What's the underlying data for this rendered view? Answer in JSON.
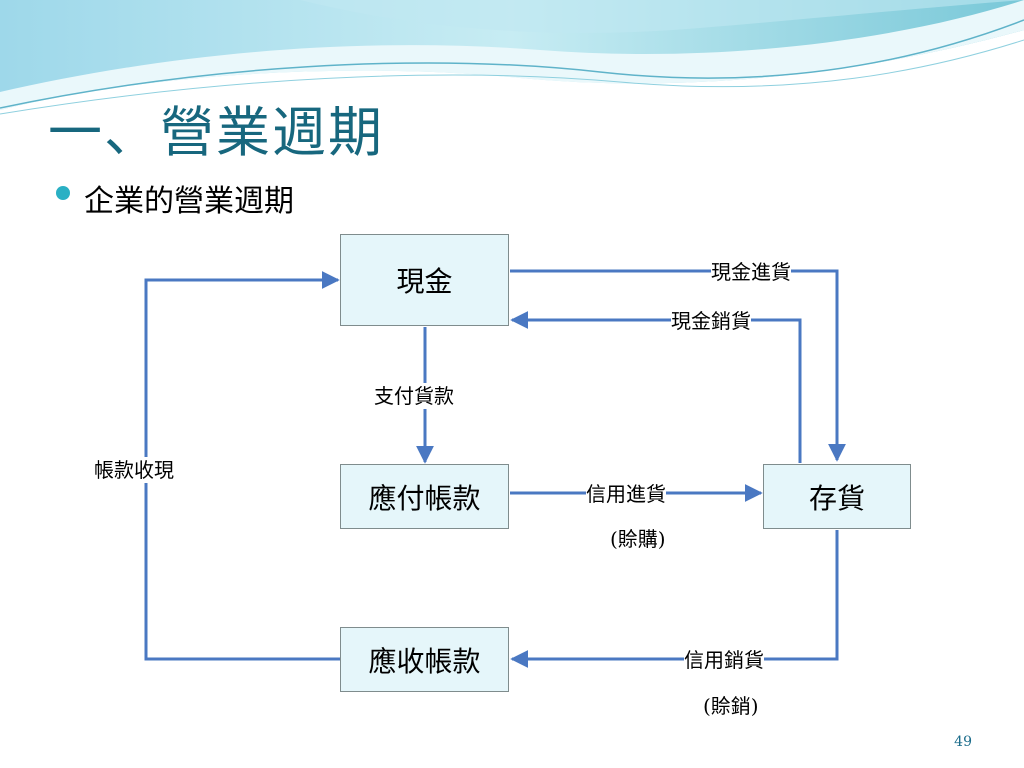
{
  "title": "一、營業週期",
  "bullet": "企業的營業週期",
  "nodes": {
    "cash": "現金",
    "payable": "應付帳款",
    "inventory": "存貨",
    "receivable": "應收帳款"
  },
  "edges": {
    "cash_purchase": "現金進貨",
    "cash_sale": "現金銷貨",
    "pay_payable": "支付貨款",
    "credit_purchase": "信用進貨",
    "credit_purchase_note": "(賒購)",
    "credit_sale": "信用銷貨",
    "credit_sale_note": "(賒銷)",
    "collect_receivable": "帳款收現"
  },
  "page_number": "49",
  "colors": {
    "title": "#17677e",
    "bullet": "#2ab0c4",
    "arrow": "#4a78c2",
    "node_fill": "#e5f6fa"
  }
}
